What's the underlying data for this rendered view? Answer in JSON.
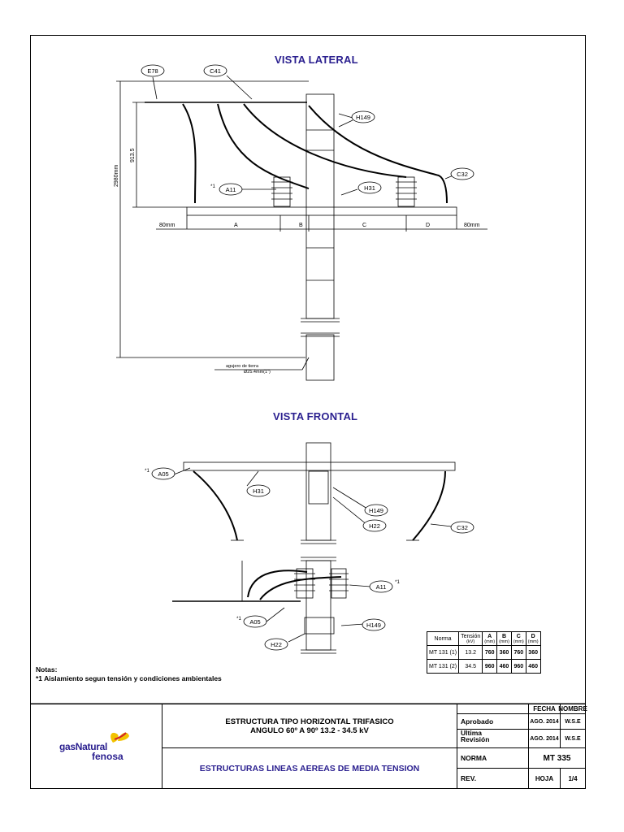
{
  "views": {
    "lateral_title": "VISTA LATERAL",
    "frontal_title": "VISTA FRONTAL"
  },
  "callouts": {
    "e78": "E78",
    "c41": "C41",
    "h149_lateral": "H149",
    "a11_lateral": "A11",
    "a11_lateral_note": "*1",
    "h31_lateral": "H31",
    "c32_lateral": "C32",
    "a05_frontal_top": "A05",
    "a05_frontal_top_note": "*1",
    "h31_frontal": "H31",
    "h149_frontal_top": "H149",
    "h22_frontal_top": "H22",
    "c32_frontal": "C32",
    "a11_frontal": "A11",
    "a11_frontal_note": "*1",
    "a05_frontal_bottom": "A05",
    "a05_frontal_bottom_note": "*1",
    "h149_frontal_bottom": "H149",
    "h22_frontal_bottom": "H22"
  },
  "dimensions": {
    "total_height": "2980mm",
    "upper_height": "913.5",
    "left_offset": "80mm",
    "right_offset": "80mm",
    "seg_a": "A",
    "seg_b": "B",
    "seg_c": "C",
    "seg_d": "D",
    "ground_hole_line1": "agujero de tierra",
    "ground_hole_line2": "Ø25.4mm(1\")"
  },
  "dims_table": {
    "headers": [
      "Norma",
      "Tensión",
      "A",
      "B",
      "C",
      "D"
    ],
    "units": [
      "",
      "(kV)",
      "(mm)",
      "(mm)",
      "(mm)",
      "(mm)"
    ],
    "rows": [
      [
        "MT 131 (1)",
        "13.2",
        "760",
        "360",
        "760",
        "360"
      ],
      [
        "MT 131 (2)",
        "34.5",
        "960",
        "460",
        "960",
        "460"
      ]
    ]
  },
  "notes": {
    "title": "Notas:",
    "line1": "*1 Aislamiento segun tensión y condiciones ambientales"
  },
  "title_block": {
    "logo_main": "gasNatural",
    "logo_sub": "fenosa",
    "title_line1": "ESTRUCTURA TIPO HORIZONTAL TRIFASICO",
    "title_line2": "ANGULO 60º A 90º 13.2 - 34.5 kV",
    "series": "ESTRUCTURAS LINEAS AEREAS DE MEDIA TENSION",
    "fecha_header": "FECHA",
    "nombre_header": "NOMBRE",
    "aprobado_label": "Aprobado",
    "aprobado_fecha": "AGO. 2014",
    "aprobado_nombre": "W.S.E",
    "revision_label_1": "Ultima",
    "revision_label_2": "Revisión",
    "revision_fecha": "AGO. 2014",
    "revision_nombre": "W.S.E",
    "norma_label": "NORMA",
    "norma_value": "MT 335",
    "rev_label": "REV.",
    "hoja_label": "HOJA",
    "hoja_value": "1/4"
  },
  "colors": {
    "title_blue": "#2a1f8f",
    "logo_yellow": "#f2c200",
    "logo_red": "#d0202a"
  }
}
